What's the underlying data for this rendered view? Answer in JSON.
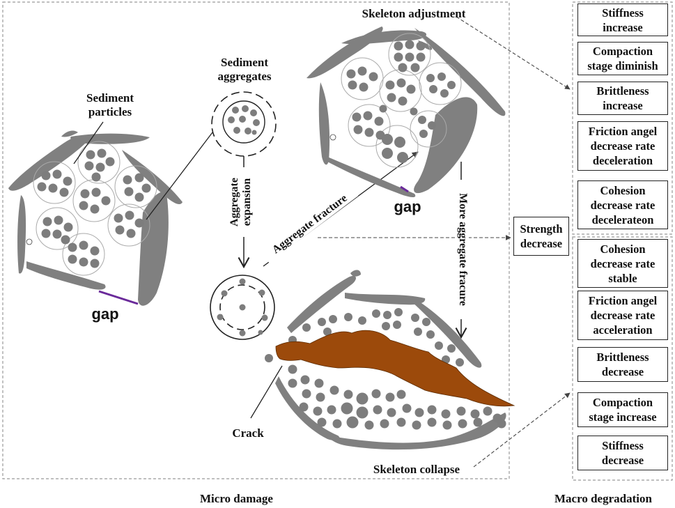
{
  "colors": {
    "skeleton": "#808080",
    "particle": "#7d7d7d",
    "crack": "#9c4a0b",
    "gap_line": "#6a2a9a",
    "line": "#222222"
  },
  "labels": {
    "sediment_particles": "Sediment\nparticles",
    "sediment_aggregates": "Sediment\naggregates",
    "skeleton_adjustment": "Skeleton adjustment",
    "skeleton_collapse": "Skeleton collapse",
    "crack": "Crack",
    "gap_left": "gap",
    "gap_right": "gap",
    "aggregate_expansion": "Aggregate\nexpansion",
    "aggregate_fracture": "Aggregate fracture",
    "more_aggregate_fracture": "More aggregate fracure"
  },
  "strength_box": "Strength\ndecrease",
  "macro_top": [
    {
      "text": "Stiffness\nincrease"
    },
    {
      "text": "Compaction\nstage diminish"
    },
    {
      "text": "Brittleness\nincrease"
    },
    {
      "text": "Friction angel\ndecrease rate\ndeceleration"
    },
    {
      "text": "Cohesion\ndecrease rate\ndecelerateon"
    }
  ],
  "macro_bottom": [
    {
      "text": "Cohesion\ndecrease rate\nstable"
    },
    {
      "text": "Friction angel\ndecrease rate\nacceleration"
    },
    {
      "text": "Brittleness\ndecrease"
    },
    {
      "text": "Compaction\nstage increase"
    },
    {
      "text": "Stiffness\ndecrease"
    }
  ],
  "footer": {
    "micro": "Micro damage",
    "macro": "Macro degradation"
  }
}
